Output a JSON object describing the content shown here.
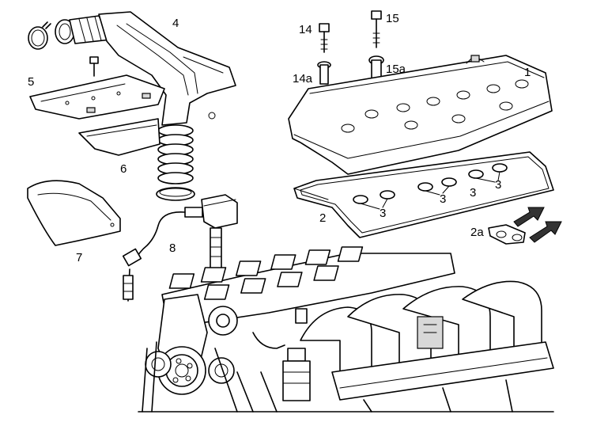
{
  "labels": {
    "l1": "1",
    "l2": "2",
    "l2a": "2a",
    "l3a": "3",
    "l3b": "3",
    "l3c": "3",
    "l3d": "3",
    "l4": "4",
    "l5": "5",
    "l6": "6",
    "l7": "7",
    "l8": "8",
    "l14": "14",
    "l14a": "14a",
    "l15": "15",
    "l15a": "15a"
  }
}
